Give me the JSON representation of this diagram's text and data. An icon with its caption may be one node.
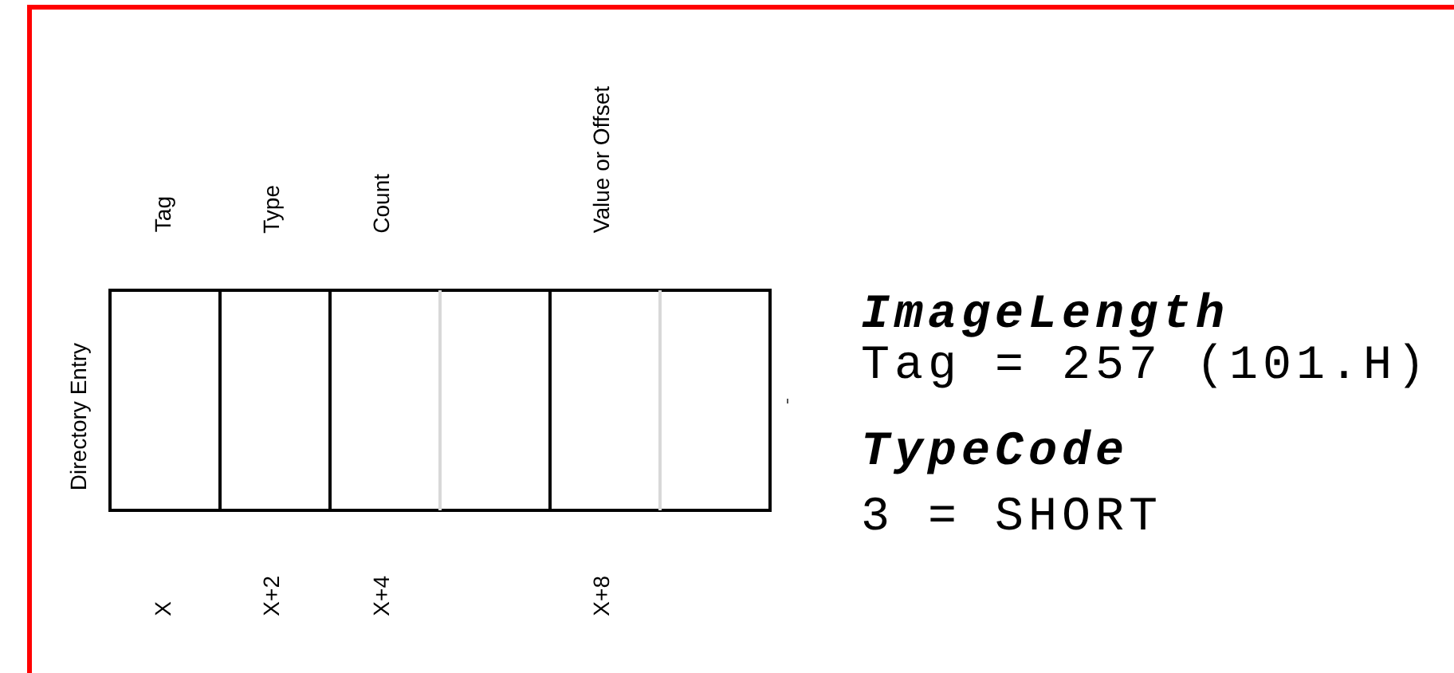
{
  "diagram": {
    "labels": [
      "Tag",
      "Type",
      "Count",
      "Value or Offset",
      "Directory Entry",
      "ImageLength",
      "Tag = 257 (101.H)",
      "TypeCode",
      "3 = SHORT",
      "X",
      "X+2",
      "X+4",
      "X+8"
    ]
  }
}
